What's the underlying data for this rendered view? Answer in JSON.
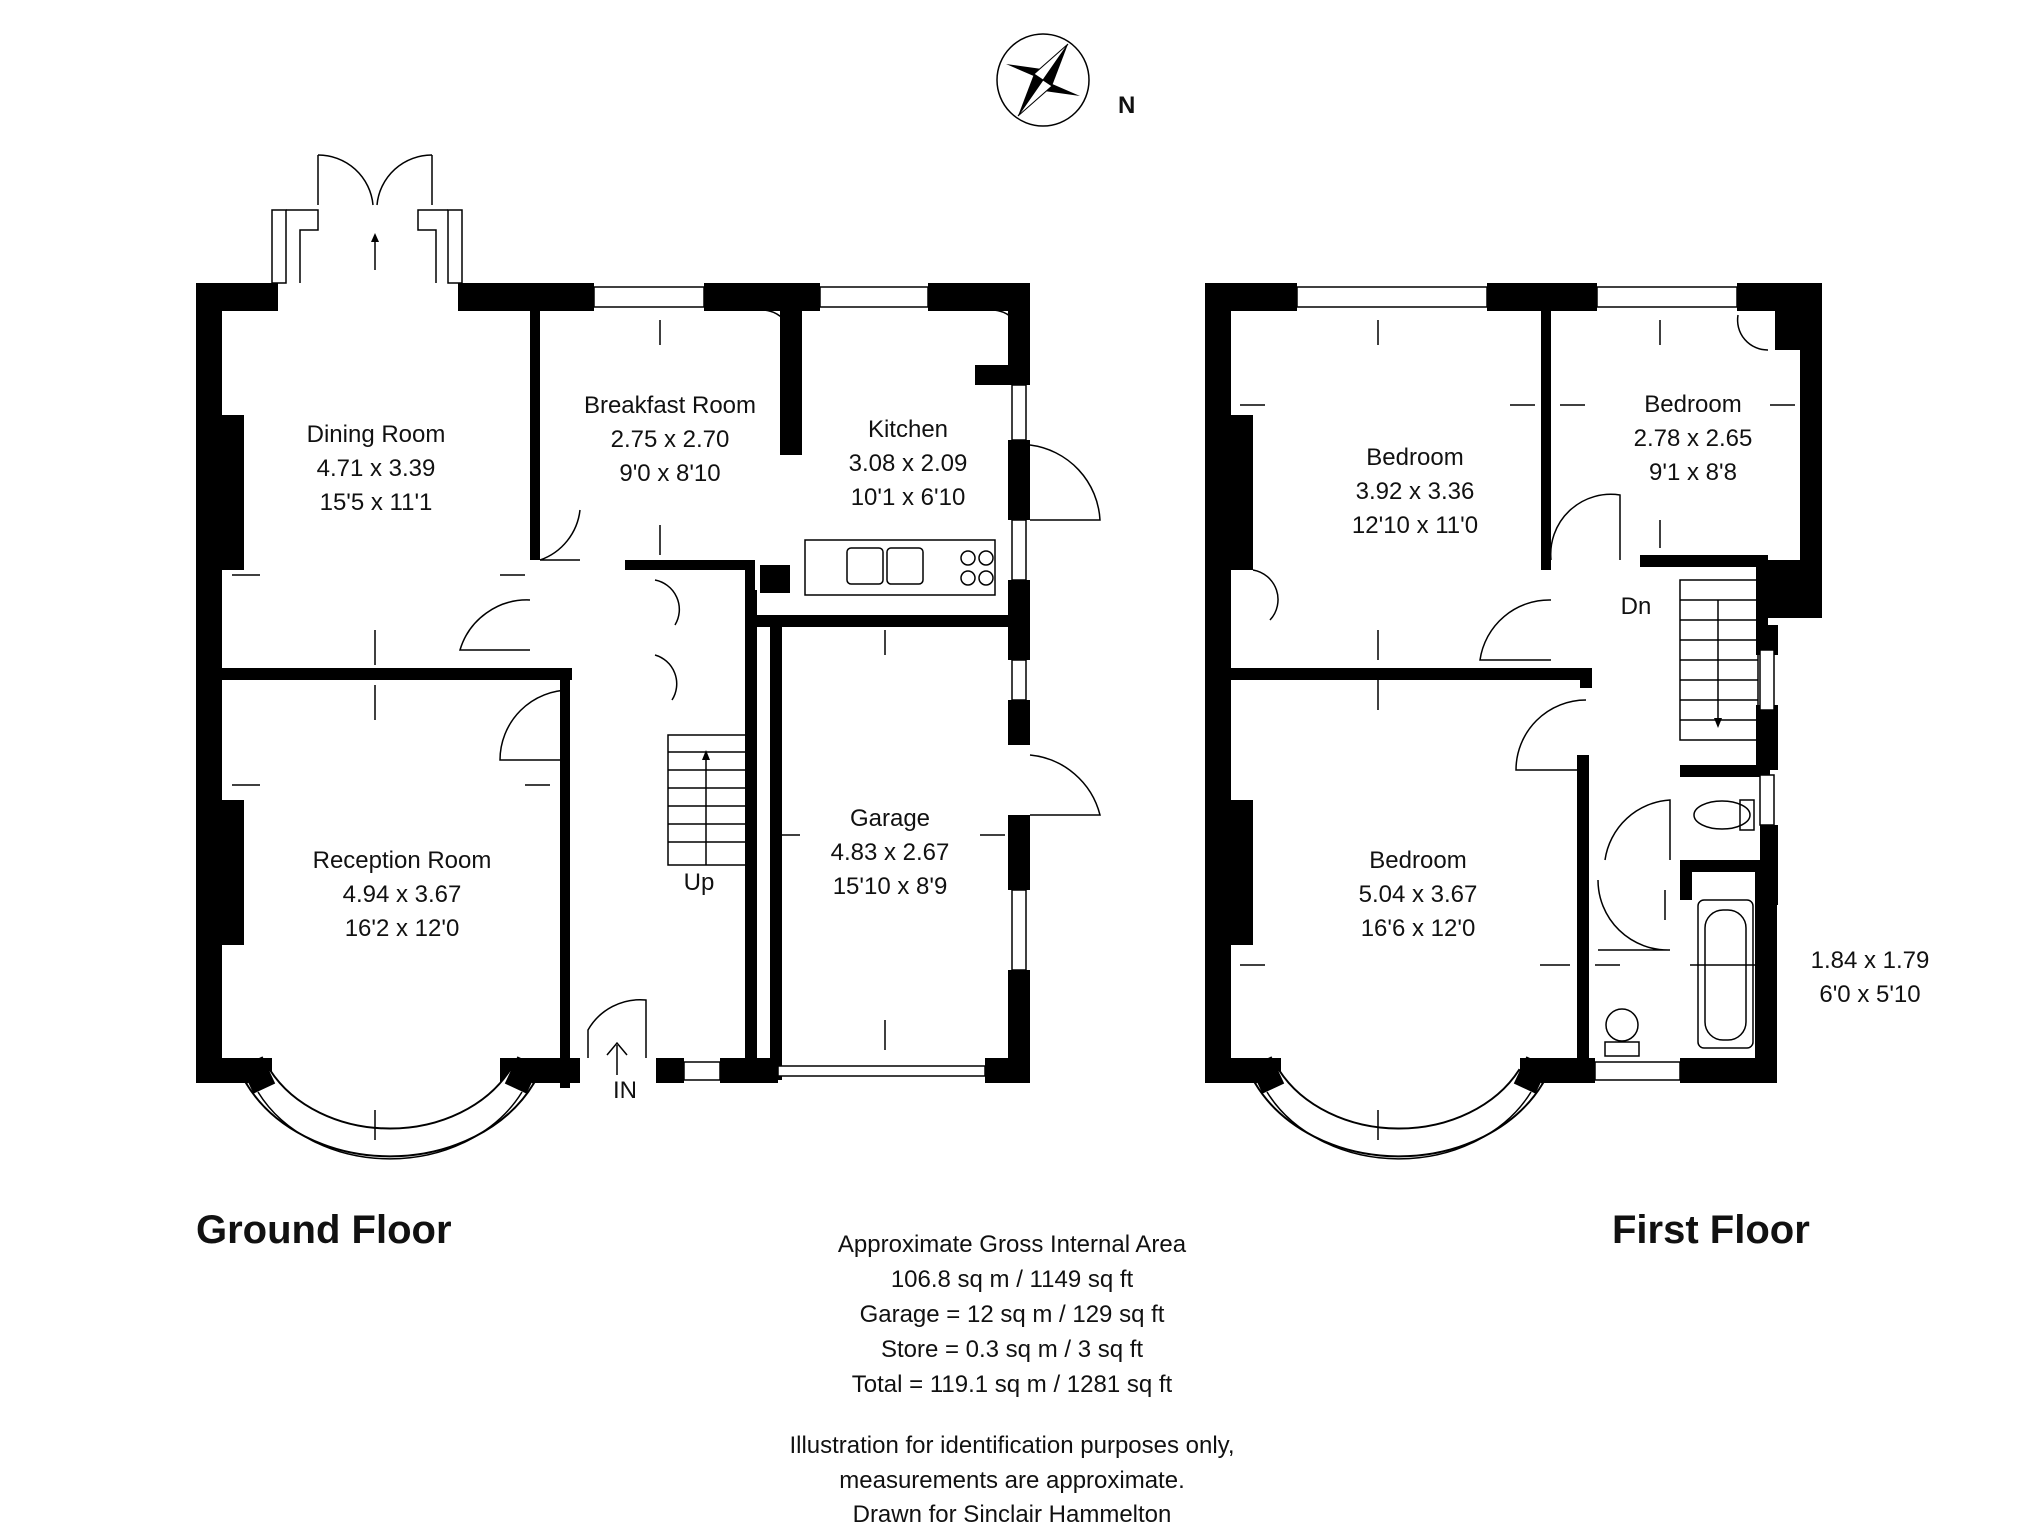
{
  "compass": {
    "north_label": "N"
  },
  "ground_floor": {
    "title": "Ground Floor",
    "rooms": [
      {
        "name": "Dining Room",
        "metric": "4.71 x 3.39",
        "imperial": "15'5 x 11'1"
      },
      {
        "name": "Breakfast Room",
        "metric": "2.75 x 2.70",
        "imperial": "9'0 x 8'10"
      },
      {
        "name": "Kitchen",
        "metric": "3.08 x 2.09",
        "imperial": "10'1 x 6'10"
      },
      {
        "name": "Reception Room",
        "metric": "4.94 x 3.67",
        "imperial": "16'2 x 12'0"
      },
      {
        "name": "Garage",
        "metric": "4.83 x 2.67",
        "imperial": "15'10 x 8'9"
      }
    ],
    "stair_label": "Up",
    "entrance_label": "IN"
  },
  "first_floor": {
    "title": "First Floor",
    "rooms": [
      {
        "name": "Bedroom",
        "metric": "3.92 x 3.36",
        "imperial": "12'10 x 11'0"
      },
      {
        "name": "Bedroom",
        "metric": "2.78 x 2.65",
        "imperial": "9'1 x 8'8"
      },
      {
        "name": "Bedroom",
        "metric": "5.04 x 3.67",
        "imperial": "16'6 x 12'0"
      }
    ],
    "bathroom": {
      "metric": "1.84 x 1.79",
      "imperial": "6'0 x 5'10"
    },
    "stair_label": "Dn"
  },
  "area_summary": [
    "Approximate Gross Internal Area",
    "106.8 sq m / 1149 sq ft",
    "Garage = 12 sq m / 129 sq ft",
    "Store = 0.3 sq m / 3 sq ft",
    "Total = 119.1 sq m / 1281 sq ft"
  ],
  "disclaimer": [
    "Illustration for identification purposes only,",
    "measurements are approximate.",
    "Drawn for Sinclair Hammelton"
  ]
}
